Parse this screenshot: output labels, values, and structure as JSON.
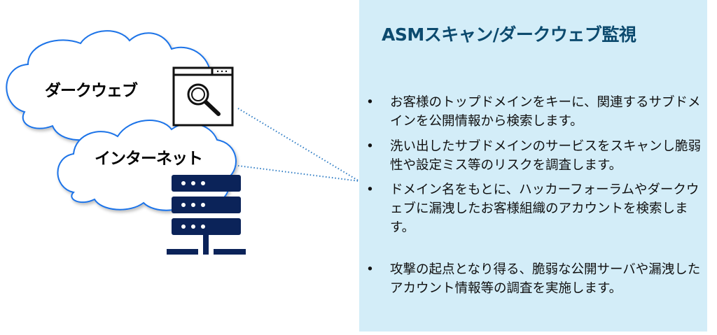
{
  "diagram": {
    "clouds": [
      {
        "label": "ダークウェブ"
      },
      {
        "label": "インターネット"
      }
    ],
    "icons": [
      "browser-search-icon",
      "server-rack-icon"
    ],
    "colors": {
      "cloud_outline": "#1a73e8",
      "server_fill": "#0b2359",
      "connector": "#2e7cc4"
    }
  },
  "panel": {
    "title": "ASMスキャン/ダークウェブ監視",
    "bullet_glyph": "•",
    "items": [
      {
        "text": "お客様のトップドメインをキーに、関連するサブドメインを公開情報から検索します。"
      },
      {
        "text": "洗い出したサブドメインのサービスをスキャンし脆弱性や設定ミス等のリスクを調査します。"
      },
      {
        "text": "ドメイン名をもとに、ハッカーフォーラムやダークウェブに漏洩したお客様組織のアカウントを検索します。"
      },
      {
        "text": "攻撃の起点となり得る、脆弱な公開サーバや漏洩したアカウント情報等の調査を実施します。"
      }
    ],
    "colors": {
      "background": "#d3edf8",
      "title": "#0c4a6e"
    }
  }
}
